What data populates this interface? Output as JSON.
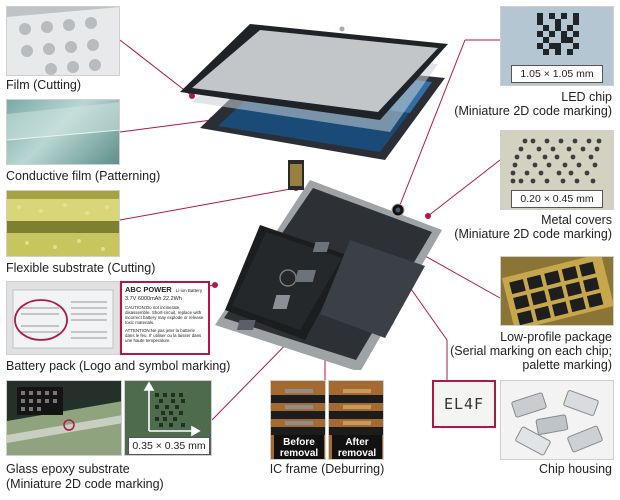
{
  "left_labels": {
    "film": "Film (Cutting)",
    "conductive_film": "Conductive film (Patterning)",
    "flexible_substrate": "Flexible substrate (Cutting)",
    "battery_pack": "Battery pack (Logo and symbol marking)",
    "glass_epoxy_line1": "Glass epoxy substrate",
    "glass_epoxy_line2": "(Miniature 2D code marking)"
  },
  "center_labels": {
    "ic_frame": "IC frame (Deburring)",
    "before_line1": "Before",
    "before_line2": "removal",
    "after_line1": "After",
    "after_line2": "removal"
  },
  "right_labels": {
    "led_line1": "LED chip",
    "led_line2": "(Miniature 2D code marking)",
    "metal_line1": "Metal covers",
    "metal_line2": "(Miniature 2D code marking)",
    "lp_line1": "Low-profile package",
    "lp_line2": "(Serial marking on each chip;",
    "lp_line3": "palette marking)",
    "chip_housing": "Chip housing"
  },
  "measurements": {
    "led": "1.05 × 1.05 mm",
    "metal": "0.20 × 0.45 mm",
    "glass": "0.35 × 0.35 mm"
  },
  "battery_label": {
    "brand": "ABC POWER",
    "type": "Li-ion Battery",
    "spec": "3.7V 6000mAh 22.2Wh",
    "caution": "CAUTION:Do not incinerate, disassemble. Short-circuit, replace with incorrect battery may explode or release toxic materials.",
    "attention": "ATTENTION:Ne pas jeter la batterie dans le feu. Il' utiliser ou la laisser dans une haute temperature."
  },
  "serial_marking": "EL4F",
  "colors": {
    "leader": "#b0184a",
    "label_text": "#222222",
    "accent_box": "#b0184a"
  }
}
